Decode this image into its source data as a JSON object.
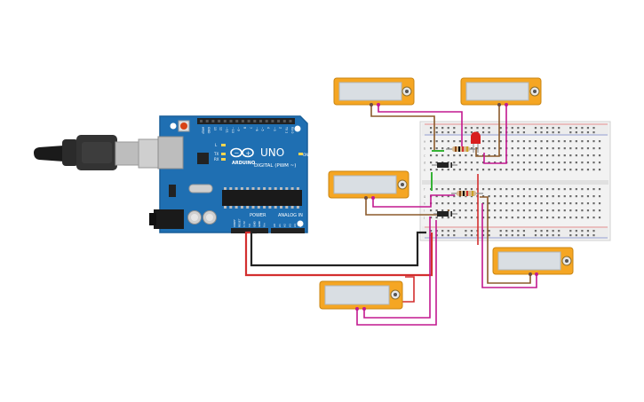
{
  "board": {
    "name": "UNO",
    "brand": "ARDUINO",
    "digital_header": "DIGITAL (PWM ~)",
    "power_header": "POWER",
    "analog_header": "ANALOG IN",
    "led_tx": "TX",
    "led_rx": "RX",
    "led_l": "L",
    "led_on": "ON",
    "digital_pins": [
      "AREF",
      "GND",
      "13",
      "12",
      "~11",
      "~10",
      "~9",
      "8",
      "7",
      "~6",
      "~5",
      "4",
      "~3",
      "2",
      "TX 1",
      "RX 0"
    ],
    "power_pins": [
      "IOREF",
      "RESET",
      "3.3V",
      "5V",
      "GND",
      "GND",
      "Vin"
    ],
    "analog_pins": [
      "A0",
      "A1",
      "A2",
      "A3",
      "A4",
      "A5"
    ]
  },
  "breadboard": {
    "row_letters_top": [
      "a",
      "b",
      "c",
      "d",
      "e"
    ],
    "row_letters_bottom": [
      "f",
      "g",
      "h",
      "i",
      "j"
    ]
  },
  "colors": {
    "board_blue": "#1f6fb2",
    "board_edge": "#185f99",
    "multimeter_body": "#f5a623",
    "multimeter_screen": "#d9dee3",
    "breadboard": "#f2f2f2",
    "wire_red": "#d32f2f",
    "wire_black": "#222222",
    "wire_magenta": "#c2188f",
    "wire_brown": "#8b5a2b",
    "wire_green": "#36b336",
    "led_red": "#d81e1e"
  },
  "icons": [
    "usb-cable-icon",
    "reset-button-icon",
    "arduino-logo-icon",
    "power-jack-icon"
  ]
}
